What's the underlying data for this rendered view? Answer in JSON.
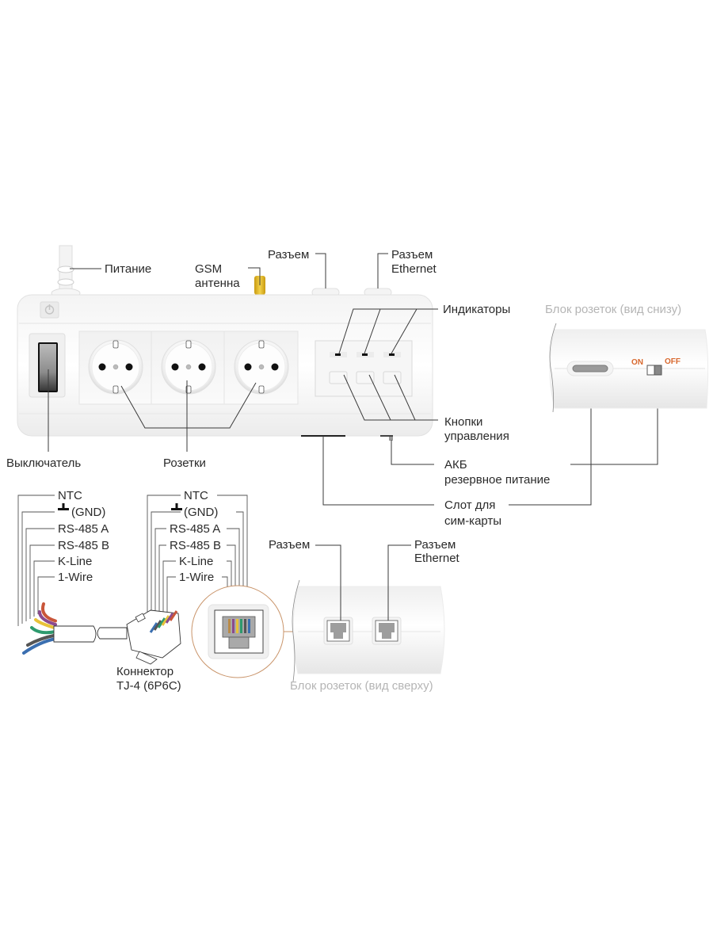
{
  "main_view": {
    "labels": {
      "power": "Питание",
      "gsm_line1": "GSM",
      "gsm_line2": "антенна",
      "connector": "Разъем",
      "ethernet_line1": "Разъем",
      "ethernet_line2": "Ethernet",
      "indicators": "Индикаторы",
      "buttons_line1": "Кнопки",
      "buttons_line2": "управления",
      "battery_line1": "АКБ",
      "battery_line2": "резервное питание",
      "sim_line1": "Слот для",
      "sim_line2": "сим-карты",
      "switch": "Выключатель",
      "sockets": "Розетки"
    },
    "socket_count": 3,
    "indicator_count": 3,
    "button_count": 3
  },
  "bottom_view": {
    "title": "Блок розеток (вид снизу)",
    "switch_on": "ON",
    "switch_off": "OFF",
    "switch_state": "OFF"
  },
  "cable": {
    "pins_left": [
      "NTC",
      "(GND)",
      "RS-485 A",
      "RS-485 B",
      "K-Line",
      "1-Wire"
    ],
    "pins_right": [
      "NTC",
      "(GND)",
      "RS-485 A",
      "RS-485 B",
      "K-Line",
      "1-Wire"
    ],
    "connector_line1": "Коннектор",
    "connector_line2": "TJ-4 (6P6C)",
    "wire_colors": [
      "#3b6fb0",
      "#555555",
      "#2e9a6e",
      "#e8c23a",
      "#8b4a8e",
      "#c9563a"
    ]
  },
  "top_view": {
    "title": "Блок розеток (вид сверху)",
    "connector": "Разъем",
    "ethernet_line1": "Разъем",
    "ethernet_line2": "Ethernet"
  },
  "colors": {
    "accent_orange": "#d8682e",
    "antenna_yellow": "#e2b81c",
    "zoom_circle": "#c9946a"
  }
}
